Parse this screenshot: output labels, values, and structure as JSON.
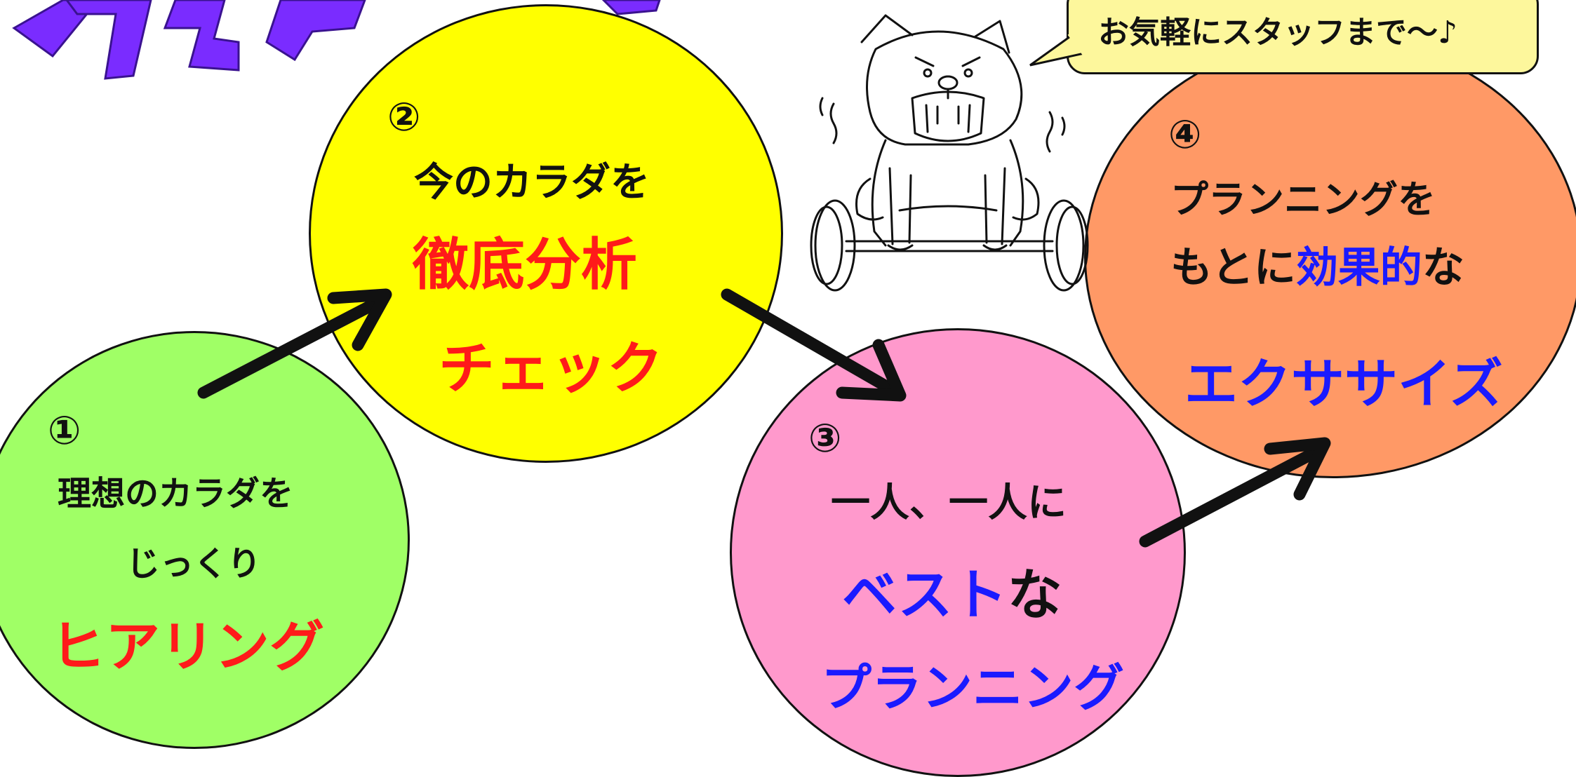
{
  "colors": {
    "step1_fill": "#a0ff66",
    "step2_fill": "#ffff00",
    "step3_fill": "#ff99cc",
    "step4_fill": "#ff9966",
    "bubble_fill": "#fdf79c",
    "emphasis_red": "#ff1a1a",
    "emphasis_blue": "#1a1aff",
    "title_purple": "#7a2cff"
  },
  "speech_bubble": {
    "text": "お気軽にスタッフまで～♪"
  },
  "steps": [
    {
      "number": "①",
      "line1": "理想のカラダを",
      "line2": "じっくり",
      "highlight": "ヒアリング"
    },
    {
      "number": "②",
      "line1": "今のカラダを",
      "highlight1": "徹底分析",
      "highlight2": "チェック"
    },
    {
      "number": "③",
      "line1": "一人、一人に",
      "highlight1": "ベスト",
      "line2_suffix": "な",
      "highlight2": "プランニング"
    },
    {
      "number": "④",
      "line1": "プランニングを",
      "line2_prefix": "もとに",
      "highlight1": "効果的",
      "line2_suffix": "な",
      "highlight2": "エクササイズ"
    }
  ],
  "icons": [
    "bulldog-lifting-barbell-icon",
    "arrow-icon"
  ]
}
